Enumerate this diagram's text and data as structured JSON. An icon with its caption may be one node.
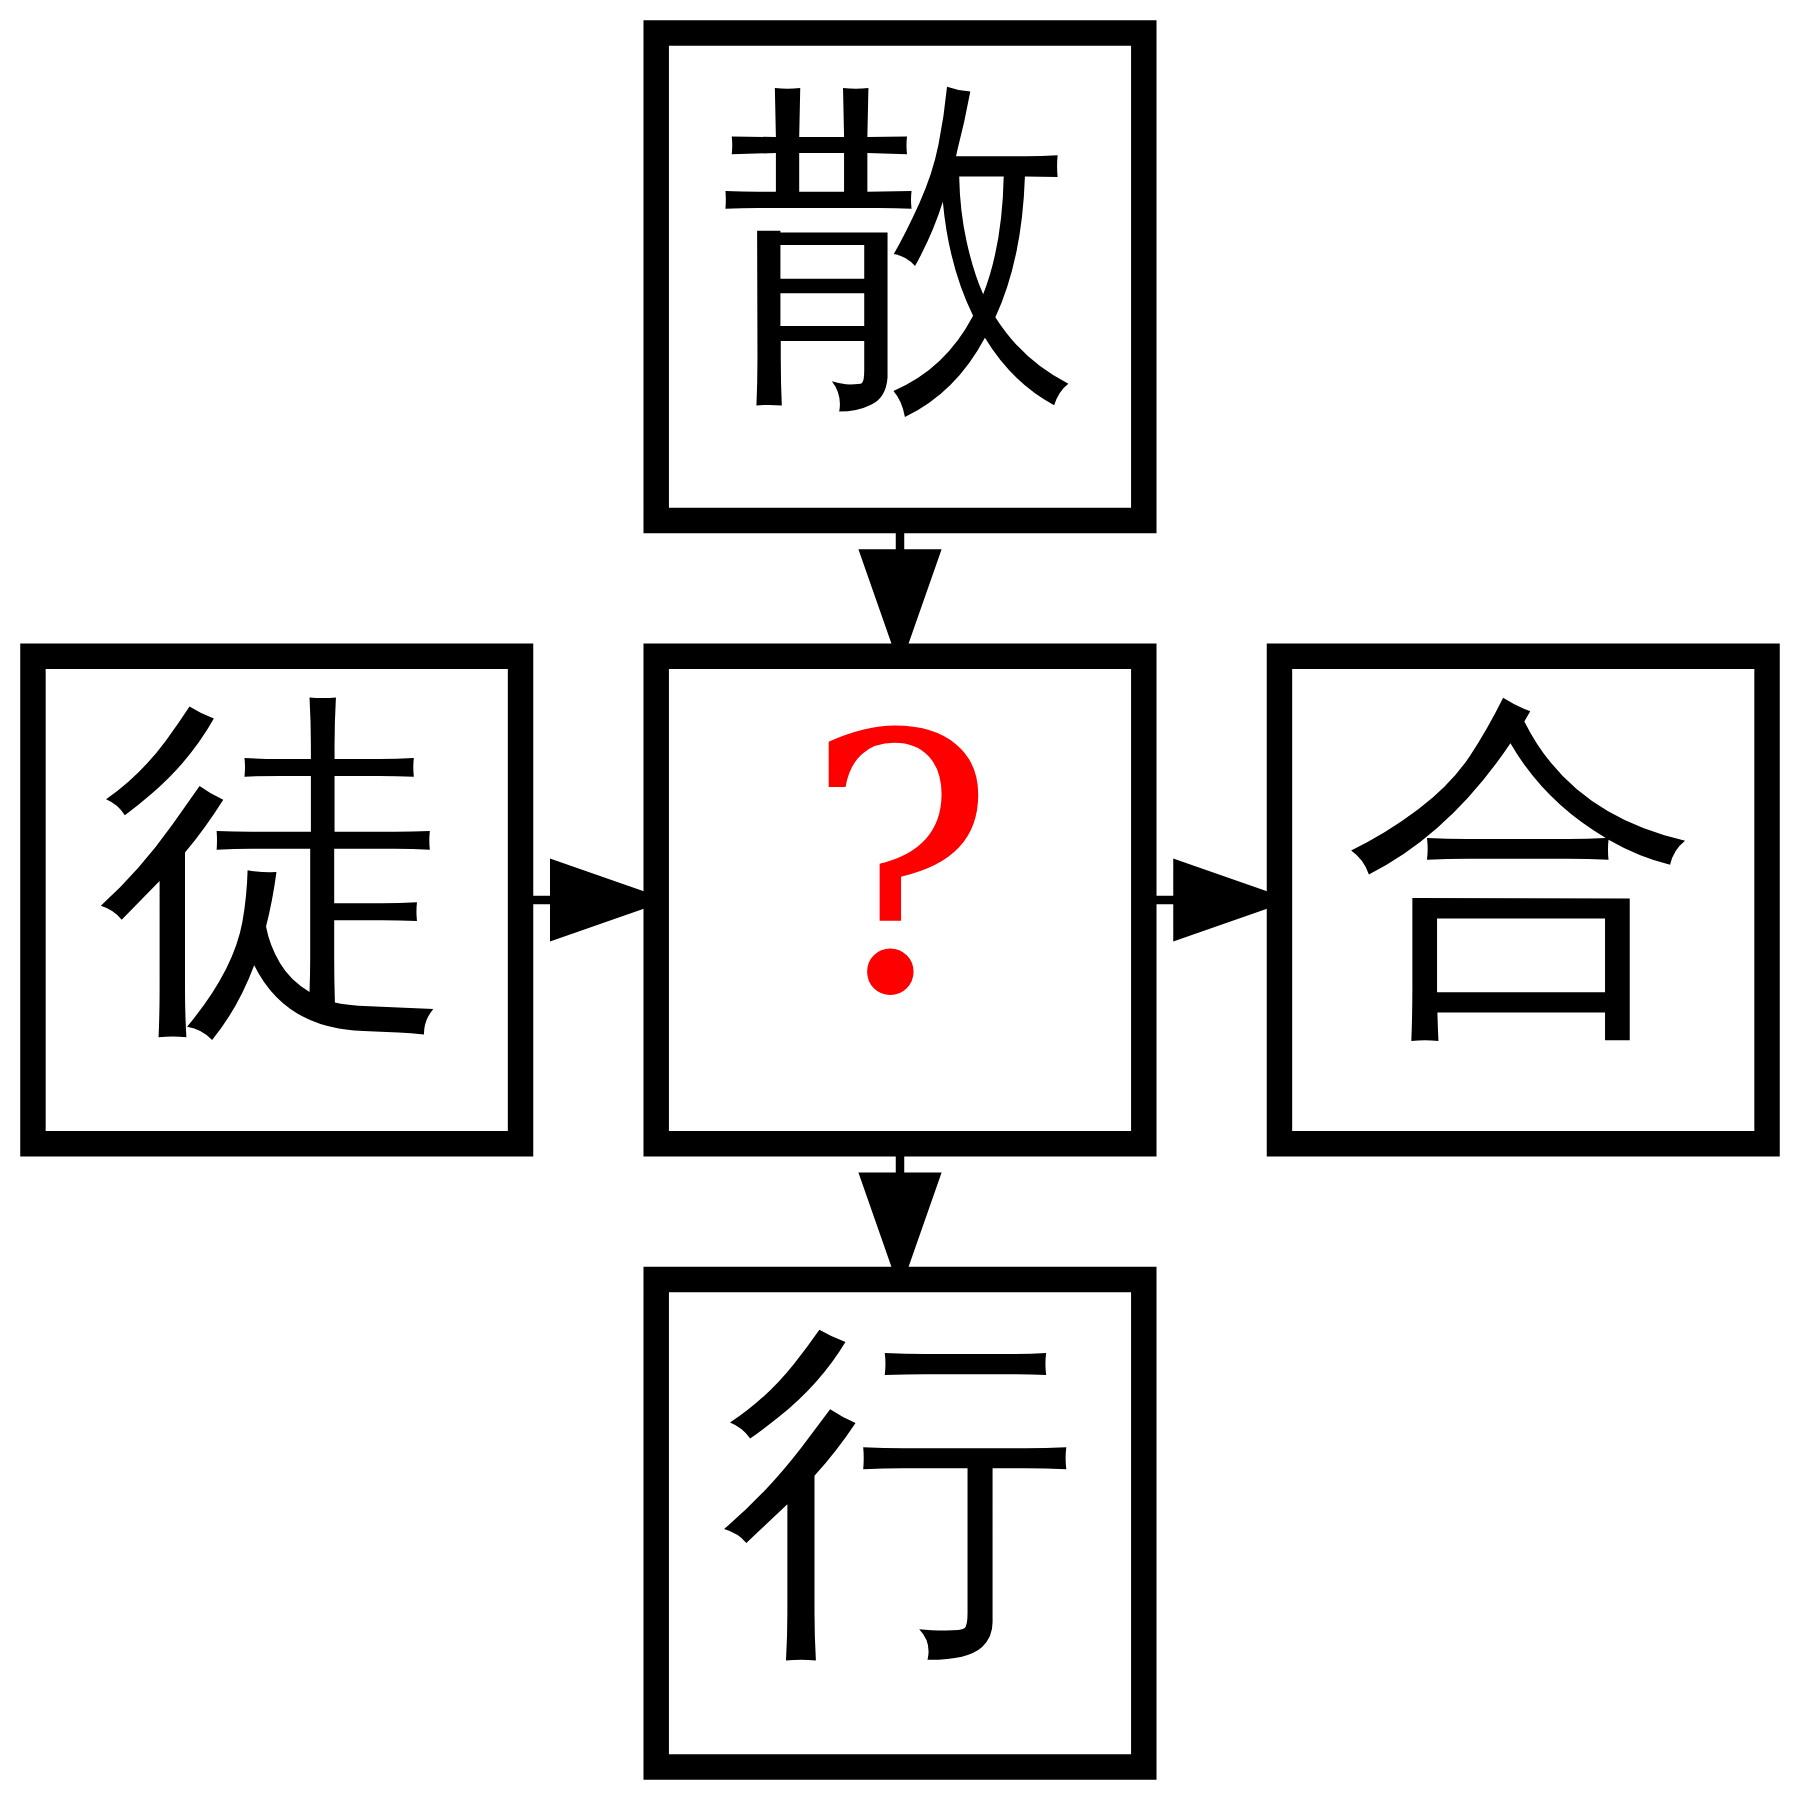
{
  "diagram": {
    "nodes": [
      {
        "text": [
          "散"
        ]
      },
      {
        "text": [
          "徒"
        ]
      },
      {
        "text": [
          "?"
        ]
      },
      {
        "text": [
          "合"
        ]
      },
      {
        "text": [
          "行"
        ]
      }
    ],
    "edges": [
      {
        "from": 0,
        "to": 2,
        "arrow": "to"
      },
      {
        "from": 1,
        "to": 2,
        "arrow": "to"
      },
      {
        "from": 2,
        "to": 3,
        "arrow": "to"
      },
      {
        "from": 2,
        "to": 4,
        "arrow": "to"
      }
    ]
  }
}
